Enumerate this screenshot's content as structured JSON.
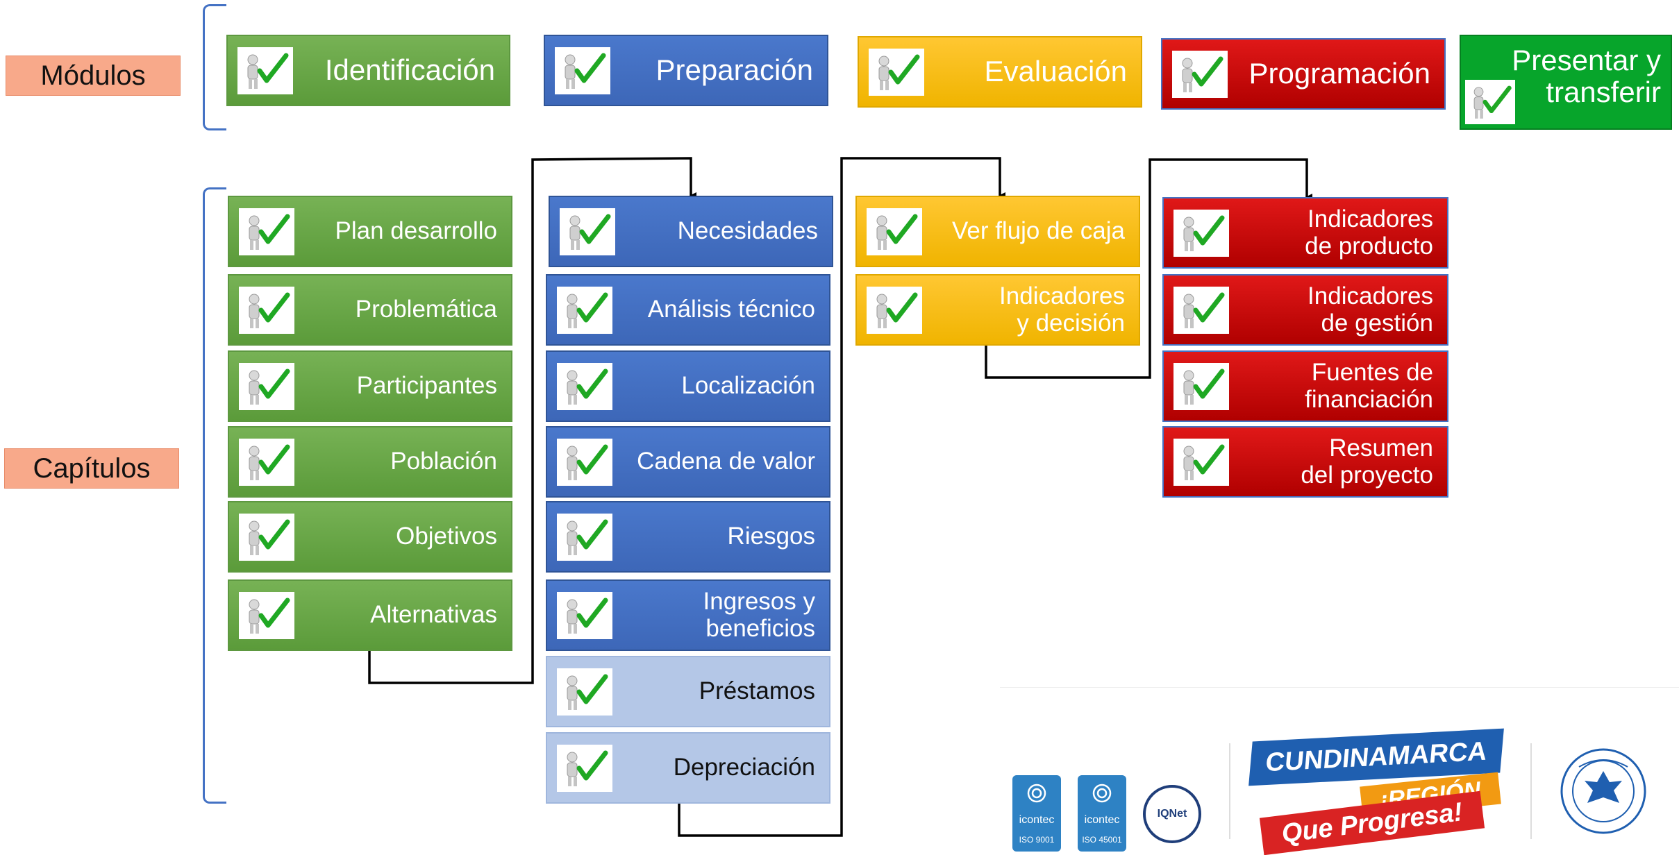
{
  "labels": {
    "modulos": "Módulos",
    "capitulos": "Capítulos"
  },
  "modules": [
    {
      "name": "Identificación",
      "color": "#6aaa48"
    },
    {
      "name": "Preparación",
      "color": "#4472c4"
    },
    {
      "name": "Evaluación",
      "color": "#f5bd1f"
    },
    {
      "name": "Programación",
      "color": "#c00000"
    },
    {
      "name": "Presentar y transferir",
      "color": "#07a52b"
    }
  ],
  "chapters": {
    "identificacion": [
      "Plan desarrollo",
      "Problemática",
      "Participantes",
      "Población",
      "Objetivos",
      "Alternativas"
    ],
    "preparacion": [
      "Necesidades",
      "Análisis técnico",
      "Localización",
      "Cadena de valor",
      "Riesgos",
      "Ingresos y beneficios",
      "Préstamos",
      "Depreciación"
    ],
    "evaluacion": [
      "Ver flujo de caja",
      "Indicadores y decisión"
    ],
    "programacion": [
      "Indicadores de producto",
      "Indicadores de gestión",
      "Fuentes de financiación",
      "Resumen del proyecto"
    ]
  },
  "icons": {
    "check": "checkmark-person-icon"
  },
  "logos": {
    "icontec_1": "icontec",
    "icontec_1_iso": "ISO 9001",
    "icontec_2": "icontec",
    "icontec_2_iso": "ISO 45001",
    "iqnet": "IQNet",
    "cundinamarca": "CUNDINAMARCA",
    "region": "¡REGIÓN",
    "progresa": "Que Progresa!"
  }
}
